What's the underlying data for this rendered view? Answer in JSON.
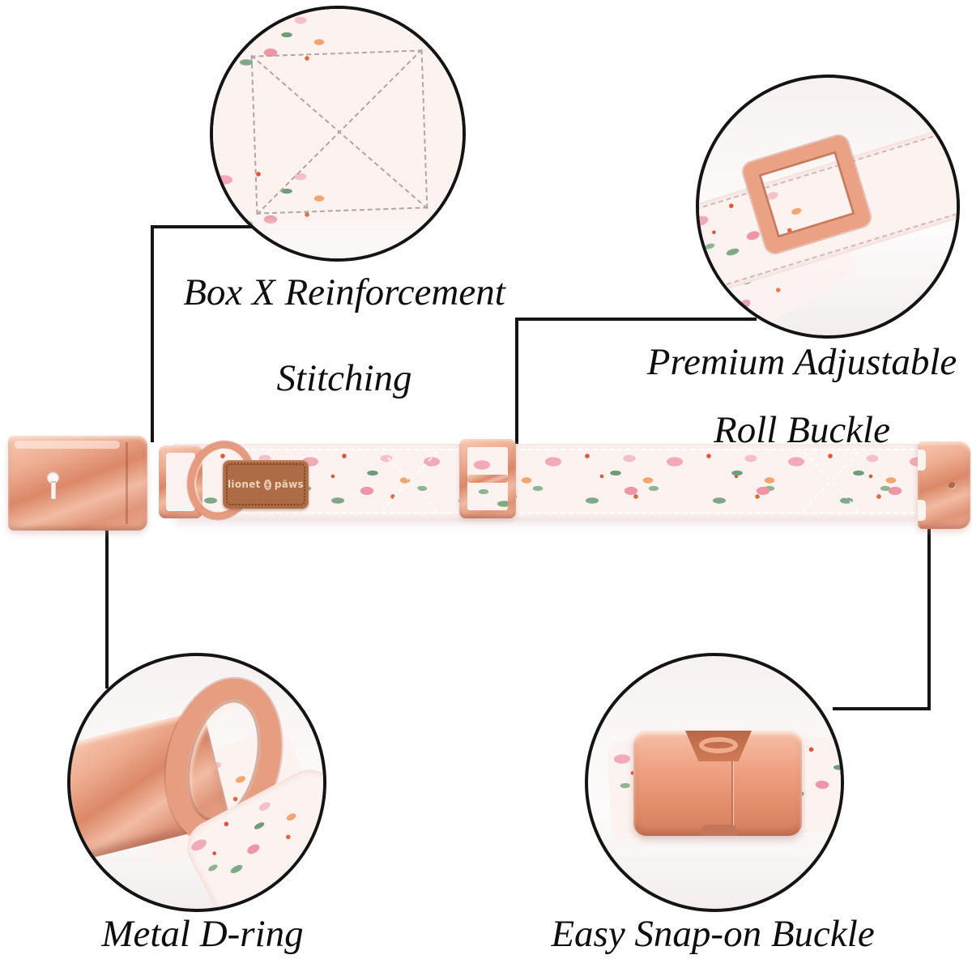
{
  "meta": {
    "description": "Product feature diagram of a floral dog collar with rose-gold hardware",
    "background": "#ffffff",
    "accent_rose_gold": "#e79b7d",
    "line_color": "#141414",
    "text_color": "#0e0e0e",
    "fabric_base": "#fcf3f1",
    "tag_brown": "#ad6c46"
  },
  "callouts": {
    "box_x": {
      "line1": "Box X Reinforcement",
      "line2": "Stitching"
    },
    "roll_buckle": {
      "line1": "Premium Adjustable",
      "line2": "Roll Buckle"
    },
    "d_ring": {
      "label": "Metal D-ring"
    },
    "snap_buckle": {
      "label": "Easy Snap-on Buckle"
    }
  },
  "collar": {
    "brand_tag": {
      "word1": "lionet",
      "word2": "pāws"
    }
  }
}
